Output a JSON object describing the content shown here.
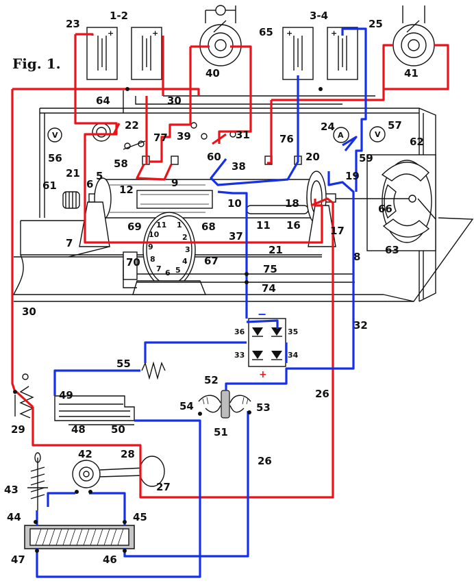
{
  "figure_title": "Fig. 1.",
  "labels": {
    "l1": "23",
    "l2": "1-2",
    "l3": "40",
    "l4": "65",
    "l5": "3-4",
    "l6": "25",
    "l7": "41",
    "l8": "64",
    "l9": "30",
    "l10": "22",
    "l11": "39",
    "l12": "31",
    "l13": "24",
    "l14": "57",
    "l15": "56",
    "l16": "58",
    "l17": "77",
    "l18": "60",
    "l19": "38",
    "l20": "76",
    "l21": "20",
    "l22": "59",
    "l23": "62",
    "l24": "21",
    "l25": "5",
    "l26": "9",
    "l27": "19",
    "l28": "61",
    "l29": "6",
    "l30": "12",
    "l31": "10",
    "l32": "18",
    "l33": "66",
    "l34": "69",
    "l35": "68",
    "l36": "11",
    "l37": "16",
    "l38": "17",
    "l39": "7",
    "l40": "37",
    "l41": "21",
    "l42": "63",
    "l43": "8",
    "l44": "70",
    "l45": "67",
    "l46": "75",
    "l47": "74",
    "l48": "30",
    "l49": "36",
    "l50": "35",
    "l51": "32",
    "l52": "33",
    "l53": "34",
    "l54": "55",
    "l55": "52",
    "l56": "49",
    "l57": "26",
    "l58": "54",
    "l59": "53",
    "l60": "29",
    "l61": "48",
    "l62": "50",
    "l63": "51",
    "l64": "42",
    "l65": "28",
    "l66": "26",
    "l67": "43",
    "l68": "27",
    "l69": "44",
    "l70": "45",
    "l71": "47",
    "l72": "46"
  },
  "polarity": {
    "minus": "−",
    "plus": "+"
  },
  "dial_numbers": [
    "11",
    "1",
    "10",
    "2",
    "9",
    "3",
    "8",
    "4",
    "7",
    "5",
    "6"
  ],
  "meter_letters": {
    "volt": "V",
    "amp": "A"
  },
  "wire_colors": {
    "positive": "#e8141a",
    "negative": "#1530e8"
  }
}
